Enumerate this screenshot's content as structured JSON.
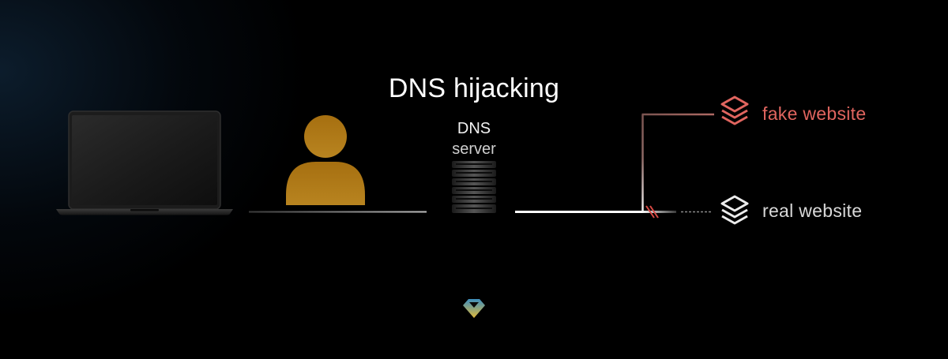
{
  "title": "DNS hijacking",
  "dns": {
    "line1": "DNS",
    "line2": "server"
  },
  "sites": {
    "fake": "fake website",
    "real": "real website"
  },
  "colors": {
    "background": "#000000",
    "person": "#b07a16",
    "fake_accent": "#e0655f",
    "real_accent": "#d9d9d9"
  },
  "icons": {
    "device": "laptop-icon",
    "user": "person-icon",
    "server": "server-rack-icon",
    "website": "stacked-layers-icon",
    "brand": "diamond-logo-icon"
  }
}
